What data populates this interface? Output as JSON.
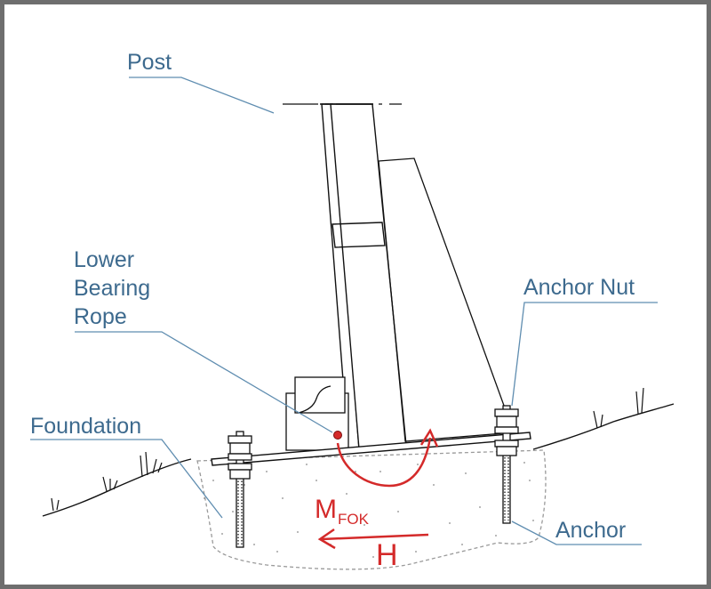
{
  "labels": {
    "post": "Post",
    "lower_bearing_rope": [
      "Lower",
      "Bearing",
      "Rope"
    ],
    "anchor_nut": "Anchor Nut",
    "foundation": "Foundation",
    "anchor": "Anchor"
  },
  "forces": {
    "moment_symbol": "M",
    "moment_subscript": "FOK",
    "horizontal_force": "H"
  },
  "colors": {
    "label": "#3d6a8e",
    "leader_line": "#5f8db0",
    "force": "#d42a2a",
    "structure": "#111111",
    "foundation_outline": "#9a9a9a",
    "frame": "#6e6e6e"
  }
}
